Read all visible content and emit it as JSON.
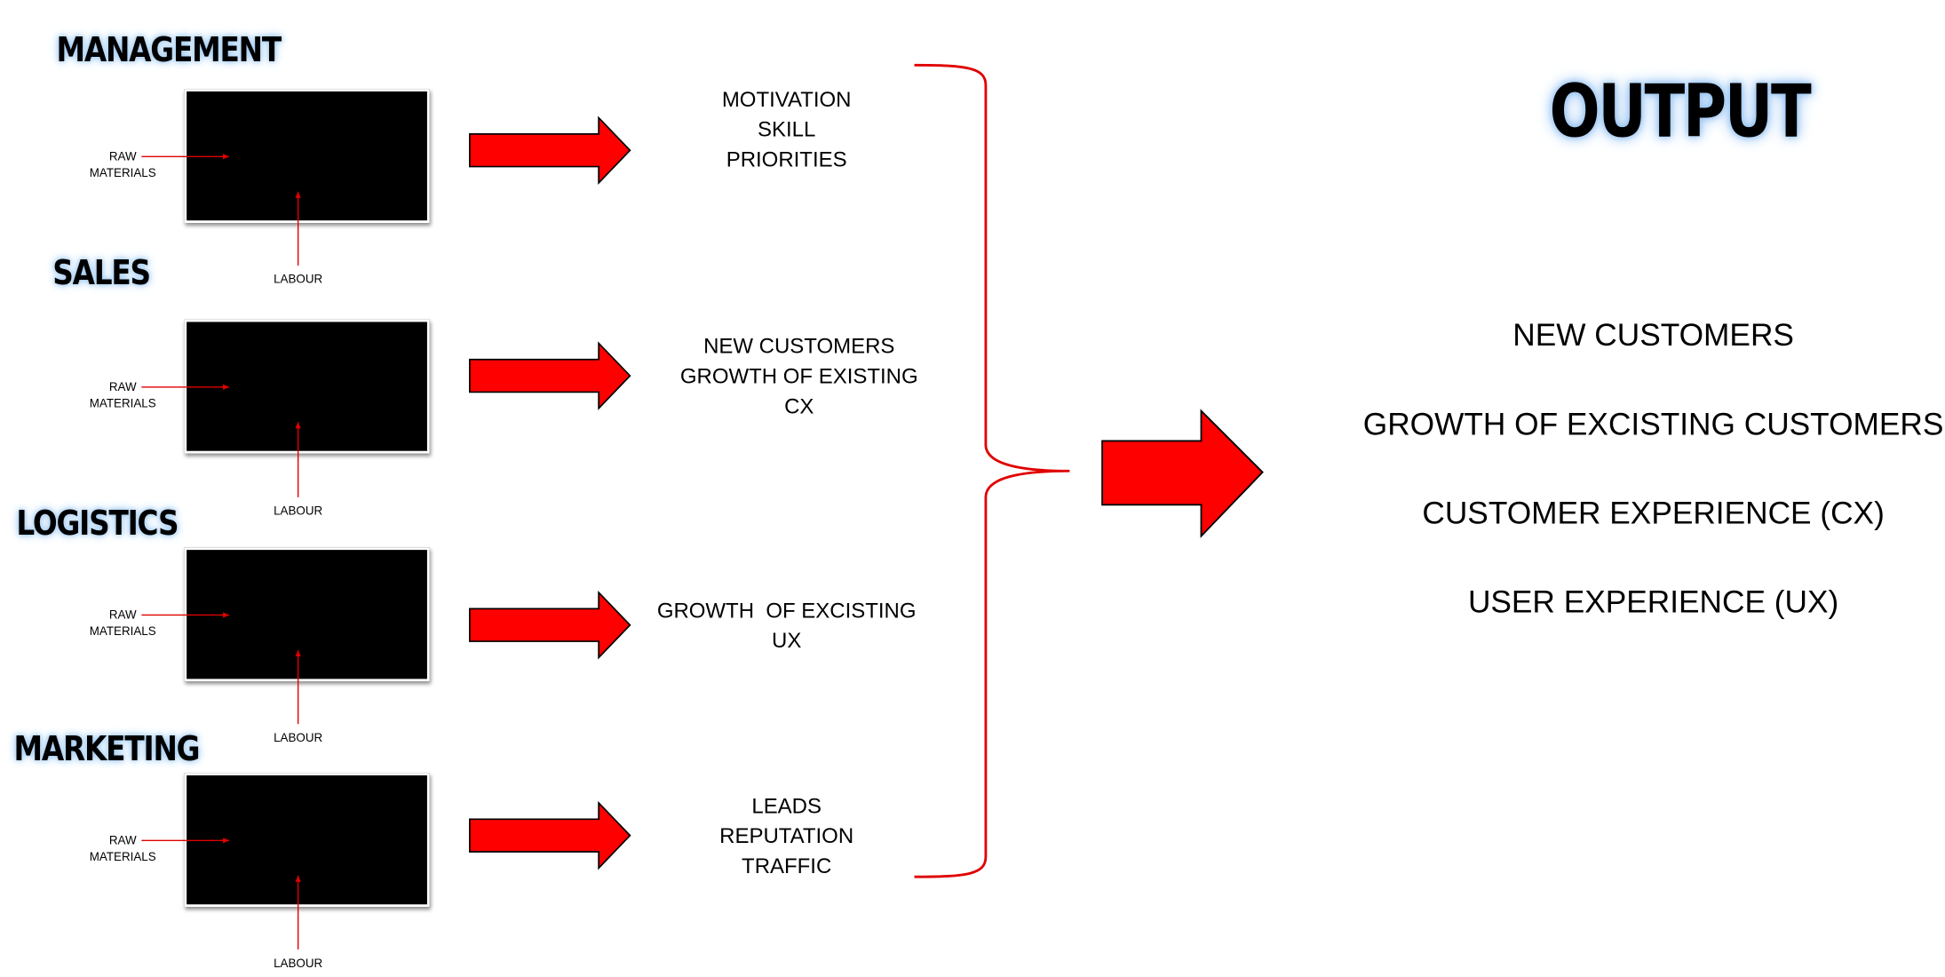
{
  "departments": [
    {
      "title": "MANAGEMENT",
      "raw_line1": "RAW",
      "raw_line2": "MATERIALS",
      "labour": "LABOUR",
      "outputs": [
        "MOTIVATION",
        "SKILL",
        "PRIORITIES"
      ]
    },
    {
      "title": "SALES",
      "raw_line1": "RAW",
      "raw_line2": "MATERIALS",
      "labour": "LABOUR",
      "outputs": [
        "NEW CUSTOMERS",
        "GROWTH OF EXISTING",
        "CX"
      ]
    },
    {
      "title": "LOGISTICS",
      "raw_line1": "RAW",
      "raw_line2": "MATERIALS",
      "labour": "LABOUR",
      "outputs": [
        "GROWTH  OF EXCISTING",
        "UX"
      ]
    },
    {
      "title": "MARKETING",
      "raw_line1": "RAW",
      "raw_line2": "MATERIALS",
      "labour": "LABOUR",
      "outputs": [
        "LEADS",
        "REPUTATION",
        "TRAFFIC"
      ]
    }
  ],
  "output": {
    "title": "OUTPUT",
    "items": [
      "NEW CUSTOMERS",
      "GROWTH OF EXCISTING CUSTOMERS",
      "CUSTOMER EXPERIENCE (CX)",
      "USER EXPERIENCE (UX)"
    ]
  },
  "colors": {
    "arrow_fill": "#ff0000",
    "arrow_stroke": "#000000",
    "brace": "#e00000",
    "pointer_line": "#e00000",
    "box_fill": "#000000",
    "title_glow": "#9cc8f0"
  },
  "icons": {
    "process_arrow": "right-block-arrow-icon",
    "merge_brace": "right-curly-brace-icon"
  }
}
